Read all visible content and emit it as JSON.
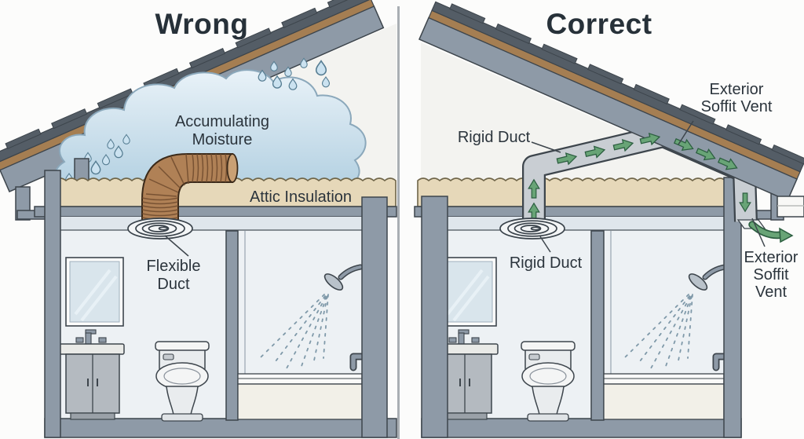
{
  "figure": {
    "type": "comparison-diagram",
    "subject": "Bathroom exhaust fan venting: wrong vs correct",
    "panels": [
      {
        "id": "wrong",
        "title": "Wrong",
        "labels": {
          "moisture": {
            "line1": "Accumulating",
            "line2": "Moisture"
          },
          "attic_insulation": "Attic Insulation",
          "flexible_duct": {
            "line1": "Flexible",
            "line2": "Duct"
          }
        }
      },
      {
        "id": "correct",
        "title": "Correct",
        "labels": {
          "rigid_duct_attic": "Rigid Duct",
          "soffit_vent_top": {
            "line1": "Exterior",
            "line2": "Soffit Vent"
          },
          "rigid_duct_fan": "Rigid Duct",
          "soffit_vent_eave": {
            "line1": "Exterior",
            "line2": "Soffit",
            "line3": "Vent"
          }
        }
      }
    ],
    "colors": {
      "background": "#fcfcfb",
      "structure_gray_blue": "#8e9aa7",
      "outline": "#3d454c",
      "attic_insulation": "#e6d8b9",
      "roof_sheathing_brown": "#a57e52",
      "shingles_dark": "#545d66",
      "moisture_cloud_blue": "#bfd8e7",
      "water_drip_blue": "#cbe2f0",
      "flexible_duct_brown": "#b08156",
      "rigid_duct_gray": "#c9ced3",
      "airflow_green": "#68a476",
      "label_text": "#2b343c"
    }
  }
}
